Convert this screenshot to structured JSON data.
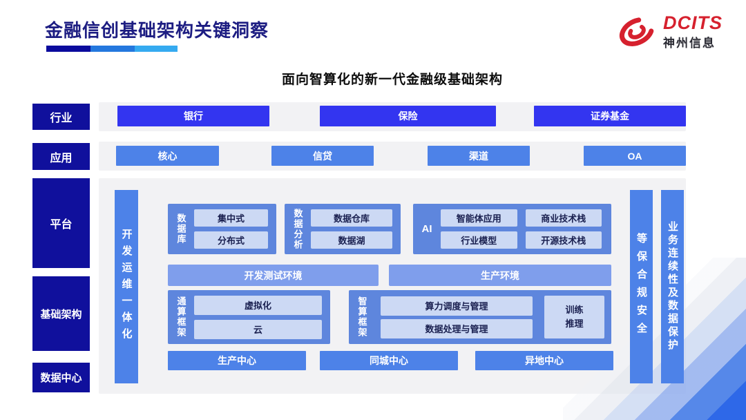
{
  "page": {
    "title": "金融信创基础架构关键洞察",
    "subtitle": "面向智算化的新一代金融级基础架构"
  },
  "logo": {
    "brand": "DCITS",
    "company": "神州信息"
  },
  "sidebar": {
    "items": [
      {
        "label": "行业"
      },
      {
        "label": "应用"
      },
      {
        "label": "平台"
      },
      {
        "label": "基础架构"
      },
      {
        "label": "数据中心"
      }
    ]
  },
  "industry_row": {
    "items": [
      "银行",
      "保险",
      "证券基金"
    ]
  },
  "application_row": {
    "items": [
      "核心",
      "信贷",
      "渠道",
      "OA"
    ]
  },
  "platform": {
    "devops_bar": "开发运维一体化",
    "security_bar": "等保合规安全",
    "continuity_bar": "业务连续性及数据保护",
    "database_group": {
      "label": "数据库",
      "items": [
        "集中式",
        "分布式"
      ]
    },
    "analytics_group": {
      "label": "数据分析",
      "items": [
        "数据仓库",
        "数据湖"
      ]
    },
    "ai_group": {
      "label": "AI",
      "items": [
        "智能体应用",
        "商业技术栈",
        "行业模型",
        "开源技术栈"
      ]
    },
    "env_row": {
      "dev_test": "开发测试环境",
      "production": "生产环境"
    },
    "general_compute_group": {
      "label": "通算框架",
      "items": [
        "虚拟化",
        "云"
      ]
    },
    "intelligent_compute_group": {
      "label": "智算框架",
      "items": [
        "算力调度与管理",
        "数据处理与管理"
      ],
      "side_item": "训练推理"
    },
    "datacenter_row": {
      "items": [
        "生产中心",
        "同城中心",
        "异地中心"
      ]
    }
  },
  "colors": {
    "title_navy": "#1d1d82",
    "sidebar_navy": "#10109c",
    "industry_button_blue": "#3335f0",
    "app_button_blue": "#4d82e8",
    "group_container_blue": "#5e86dd",
    "inner_box_light": "#ccd9f4",
    "env_bar_blue": "#7f9eec",
    "panel_gray": "#f2f2f4",
    "logo_red": "#d6212e"
  }
}
